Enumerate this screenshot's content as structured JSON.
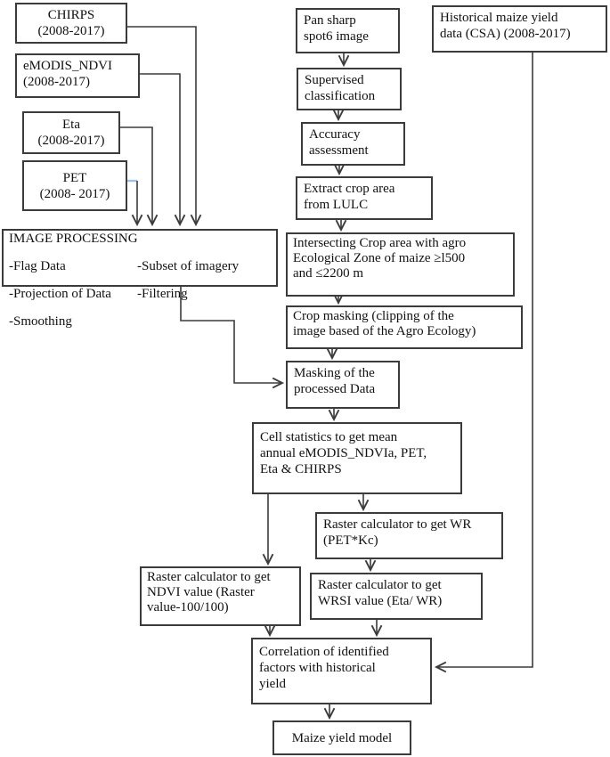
{
  "figure": {
    "type": "flowchart",
    "topic": "Maize yield model workflow"
  },
  "boxes": {
    "chirps": "CHIRPS\n(2008-2017)",
    "emodis_ndvi": "eMODIS_NDVI\n(2008-2017)",
    "eta": "Eta\n(2008-2017)",
    "pet": "PET\n(2008- 2017)",
    "pan_sharp": "Pan sharp\nspot6 image",
    "supervised": "Supervised\nclassification",
    "accuracy": "Accuracy\nassessment",
    "extract_crop": "Extract crop area\nfrom LULC",
    "intersecting": "Intersecting Crop area with agro\nEcological Zone of maize ≥l500\nand ≤2200 m",
    "crop_masking": "Crop masking (clipping of the\nimage based of the Agro Ecology)",
    "masking": "Masking of the\nprocessed Data",
    "cell_statistics": "Cell statistics to get mean\nannual eMODIS_NDVIa, PET,\nEta & CHIRPS",
    "raster_wr": "Raster calculator to get WR\n(PET*Kc)",
    "raster_ndvi": "Raster calculator to get\nNDVI value (Raster\nvalue-100/100)",
    "raster_wrsi": "Raster calculator to get\nWRSI value (Eta/ WR)",
    "correlation": "Correlation of identified\nfactors with historical\nyield",
    "maize_model": "Maize yield model",
    "historical": "Historical maize yield\ndata (CSA) (2008-2017)"
  },
  "image_processing": {
    "title": "IMAGE PROCESSING",
    "left_items": [
      "-Flag Data",
      "-Projection of Data",
      "-Smoothing"
    ],
    "right_items": [
      "-Subset of imagery",
      "-Filtering"
    ]
  },
  "colors": {
    "line": "#3b3b3b",
    "box_border": "#3b3b3b",
    "pet_connector_highlight": "#9dc3e6",
    "background": "#ffffff",
    "text": "#111111"
  }
}
